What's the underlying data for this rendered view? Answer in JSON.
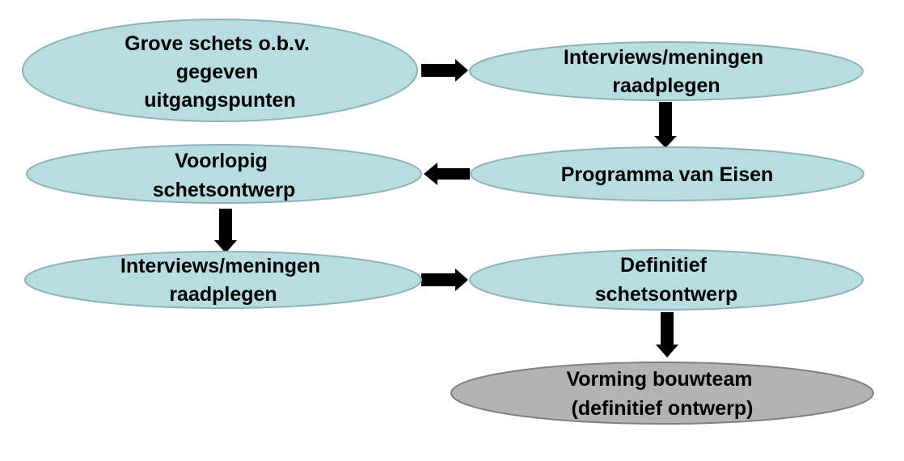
{
  "colors": {
    "node_fill": "#b8dde1",
    "node_stroke": "#8fb2b7",
    "final_node_fill": "#b3b3b3",
    "final_node_stroke": "#808080",
    "arrow": "#000000",
    "text": "#000000"
  },
  "nodes": [
    {
      "id": "grove-schets",
      "lines": [
        "Grove schets o.b.v.",
        "gegeven",
        "uitgangspunten"
      ]
    },
    {
      "id": "interviews-1",
      "lines": [
        "Interviews/meningen",
        "raadplegen"
      ]
    },
    {
      "id": "programma-van-eisen",
      "lines": [
        "Programma van Eisen"
      ]
    },
    {
      "id": "voorlopig-schetsontwerp",
      "lines": [
        "Voorlopig",
        "schetsontwerp"
      ]
    },
    {
      "id": "interviews-2",
      "lines": [
        "Interviews/meningen",
        "raadplegen"
      ]
    },
    {
      "id": "definitief-schetsontwerp",
      "lines": [
        "Definitief",
        "schetsontwerp"
      ]
    },
    {
      "id": "vorming-bouwteam",
      "lines": [
        "Vorming bouwteam",
        "(definitief ontwerp)"
      ],
      "style": "final"
    }
  ],
  "edges": [
    {
      "from": "grove-schets",
      "to": "interviews-1",
      "direction": "right"
    },
    {
      "from": "interviews-1",
      "to": "programma-van-eisen",
      "direction": "down"
    },
    {
      "from": "programma-van-eisen",
      "to": "voorlopig-schetsontwerp",
      "direction": "left"
    },
    {
      "from": "voorlopig-schetsontwerp",
      "to": "interviews-2",
      "direction": "down"
    },
    {
      "from": "interviews-2",
      "to": "definitief-schetsontwerp",
      "direction": "right"
    },
    {
      "from": "definitief-schetsontwerp",
      "to": "vorming-bouwteam",
      "direction": "down"
    }
  ]
}
